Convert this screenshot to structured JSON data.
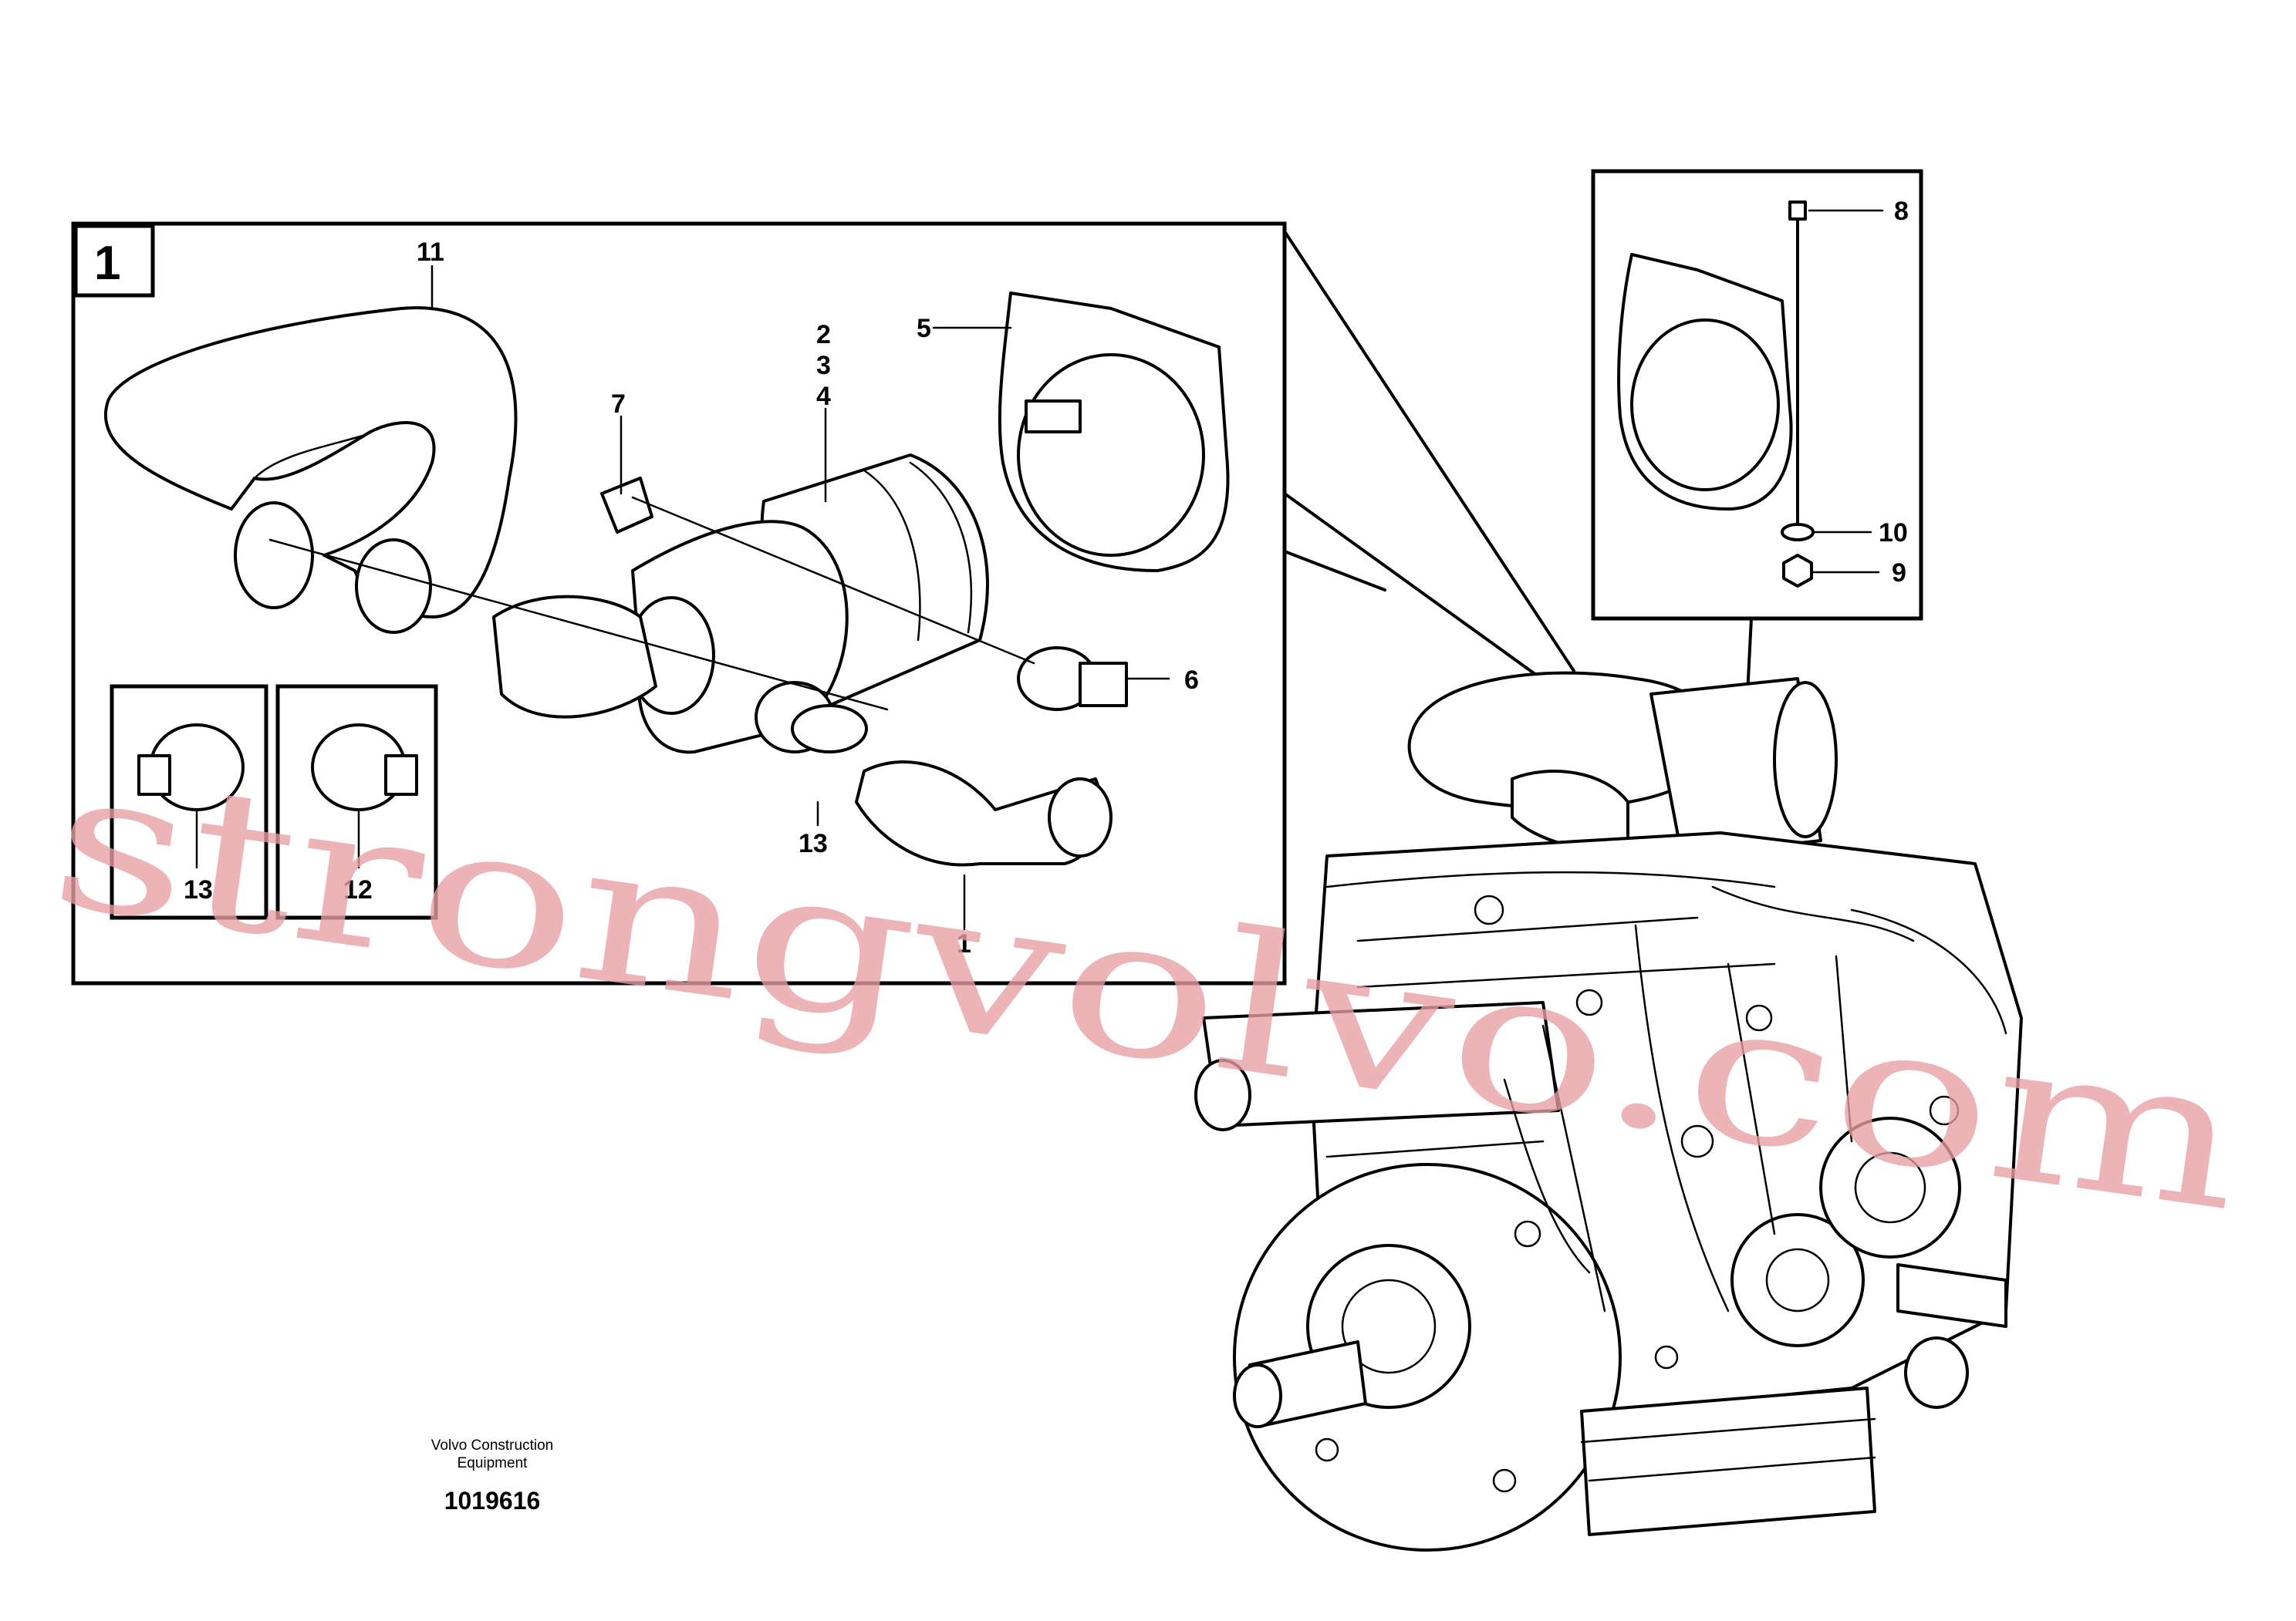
{
  "panel": {
    "label": "1"
  },
  "callouts": {
    "c11": "11",
    "c2": "2",
    "c3": "3",
    "c4": "4",
    "c5": "5",
    "c7": "7",
    "c6": "6",
    "c13a": "13",
    "c13b": "13",
    "c12": "12",
    "c1": "1",
    "c8": "8",
    "c10": "10",
    "c9": "9"
  },
  "footer": {
    "line1": "Volvo Construction",
    "line2": "Equipment",
    "number": "1019616"
  },
  "watermark": {
    "text": "strongvolvo.com",
    "color": "#e8a0a4"
  }
}
